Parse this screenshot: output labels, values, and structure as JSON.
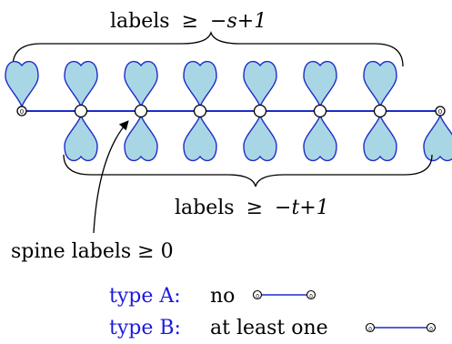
{
  "top_label": {
    "prefix": "labels",
    "op": "≥",
    "expr": "−s+1"
  },
  "bottom_label": {
    "prefix": "labels",
    "op": "≥",
    "expr": "−t+1"
  },
  "spine_label": "spine labels ≥ 0",
  "node_marker": "0",
  "types": [
    {
      "name": "type A:",
      "desc": "no"
    },
    {
      "name": "type B:",
      "desc": "at least one"
    }
  ],
  "colors": {
    "petal_fill": "#a9d6e5",
    "spine": "#1e2cc8",
    "type_label": "#1a1adf"
  }
}
